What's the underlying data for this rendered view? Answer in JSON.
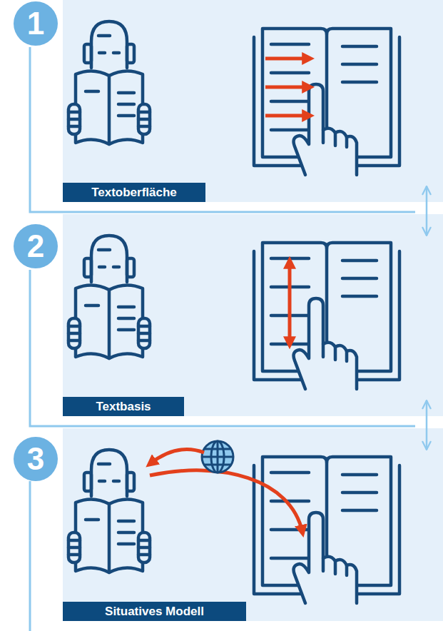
{
  "diagram": {
    "nodes": [
      {
        "text": [
          "1"
        ]
      },
      {
        "text": [
          "Textoberfläche"
        ]
      },
      {
        "text": [
          "2"
        ]
      },
      {
        "text": [
          "Textbasis"
        ]
      },
      {
        "text": [
          "3"
        ]
      },
      {
        "text": [
          "Situatives Modell"
        ]
      }
    ],
    "edges": [
      {
        "from": 1,
        "to": 3,
        "arrow": "both"
      },
      {
        "from": 3,
        "to": 5,
        "arrow": "both"
      }
    ]
  }
}
